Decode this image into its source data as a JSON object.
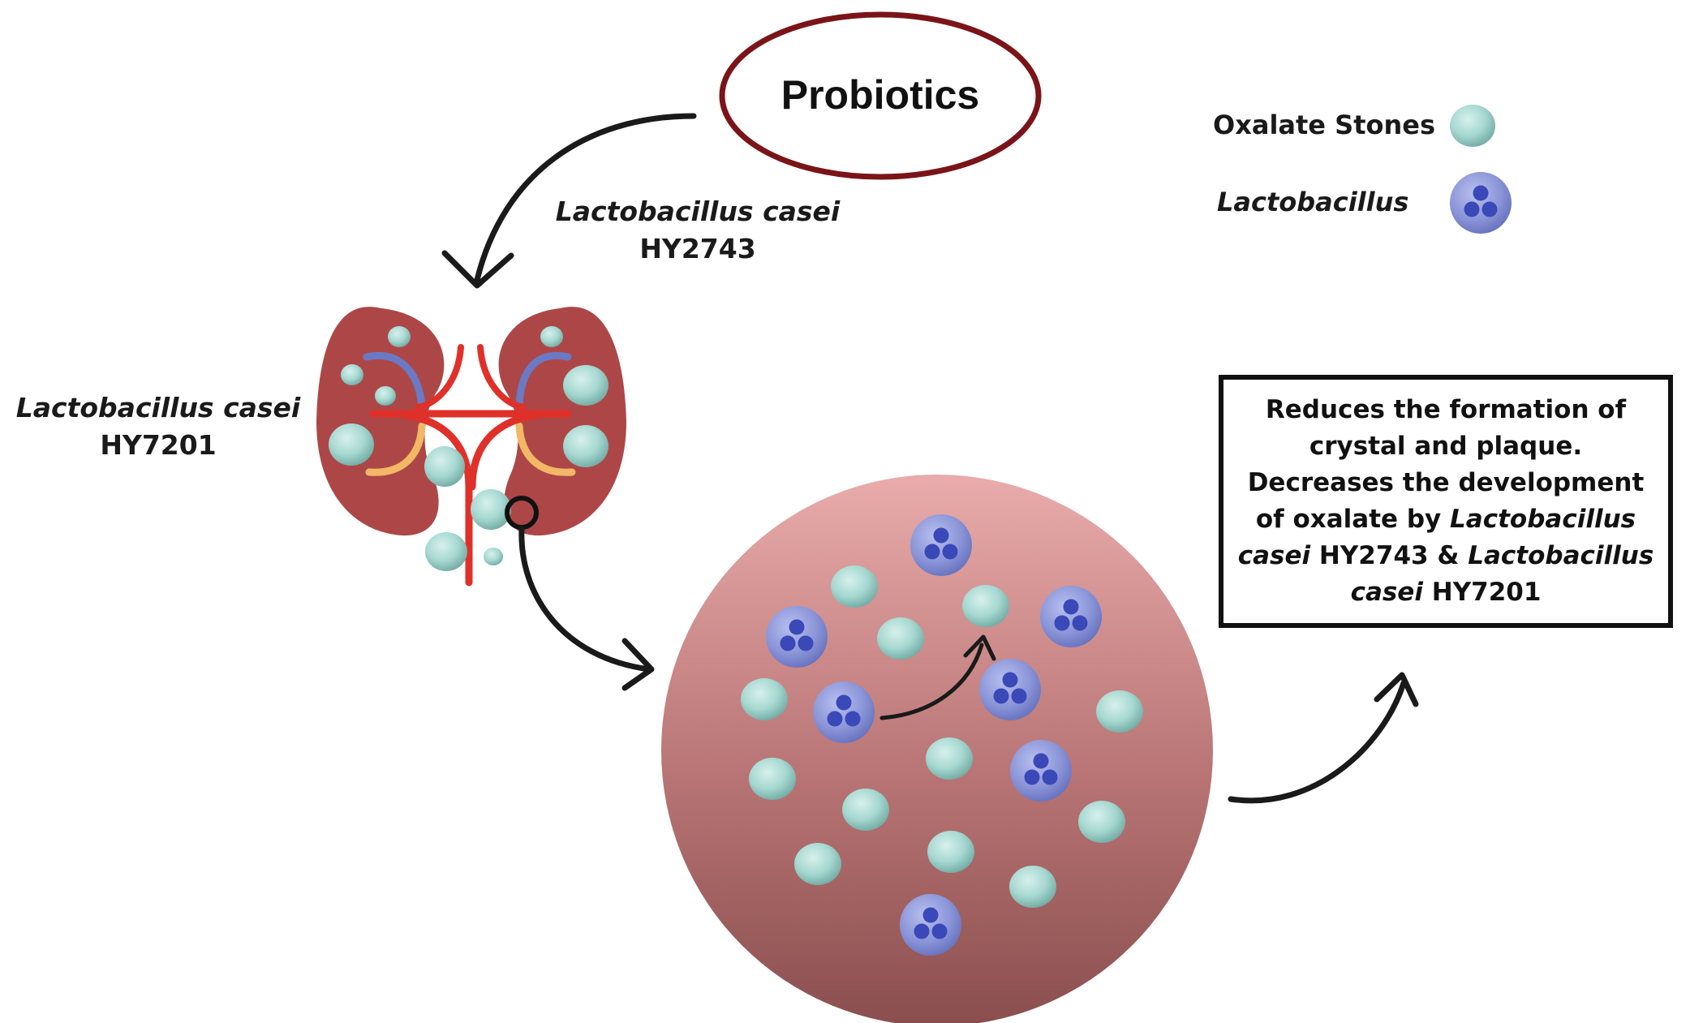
{
  "title": "Probiotics",
  "strains": {
    "lc2743": {
      "species": "Lactobacillus casei",
      "code": "HY2743"
    },
    "lc7201": {
      "species": "Lactobacillus casei",
      "code": "HY7201"
    }
  },
  "legend": {
    "oxalate": "Oxalate Stones",
    "lactobacillus": "Lactobacillus"
  },
  "result": {
    "line1": "Reduces the formation of",
    "line2": "crystal and plaque.",
    "line3": "Decreases the development",
    "line4a": "of oxalate by ",
    "line4b": "Lactobacillus",
    "line5a": "casei",
    "line5b": " HY2743 & ",
    "line5c": "Lactobacillus",
    "line6a": "casei",
    "line6b": " HY7201"
  },
  "colors": {
    "ellipse_border": "#7a1418",
    "kidney": "#ad4747",
    "vessel_red": "#e0302a",
    "vessel_blue": "#6a7ac4",
    "vessel_yellow": "#f2b866",
    "stone": "#9cd3cc",
    "lactobacillus_body": "#8c96d8",
    "lactobacillus_dot": "#3a48b8",
    "circle_top": "#e6a8a8",
    "circle_bottom": "#8a4e4e"
  }
}
